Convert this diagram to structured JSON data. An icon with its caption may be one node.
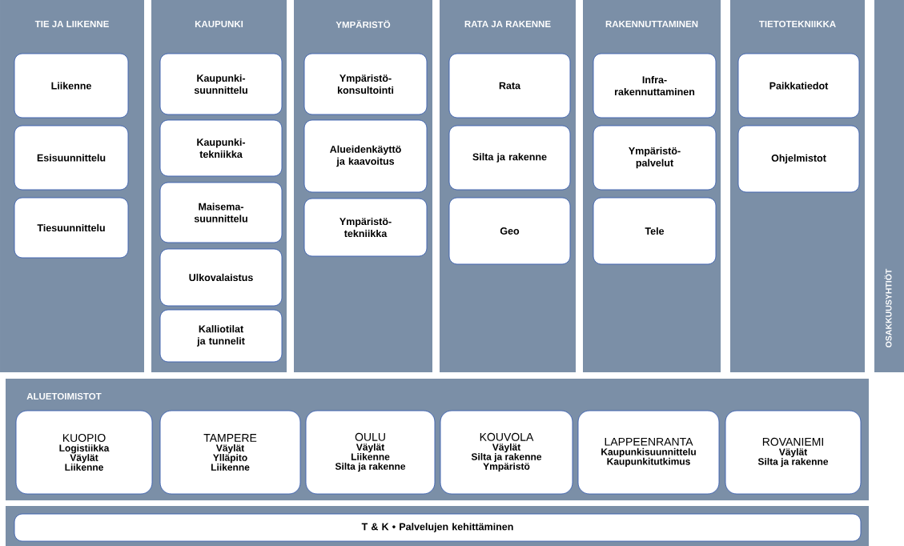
{
  "diagram": {
    "nodes": [
      {
        "text": [
          "TIE JA LIIKENNE"
        ]
      },
      {
        "text": [
          "Liikenne"
        ],
        "in": 0
      },
      {
        "text": [
          "Esisuunnittelu"
        ],
        "in": 0
      },
      {
        "text": [
          "Tiesuunnittelu"
        ],
        "in": 0
      },
      {
        "text": [
          "KAUPUNKI"
        ]
      },
      {
        "text": [
          "Kaupunki- suunnittelu"
        ],
        "in": 4
      },
      {
        "text": [
          "Kaupunki- tekniikka"
        ],
        "in": 4
      },
      {
        "text": [
          "Maisema- suunnittelu"
        ],
        "in": 4
      },
      {
        "text": [
          "Ulkovalaistus"
        ],
        "in": 4
      },
      {
        "text": [
          "Kalliotilat ja tunnelit"
        ],
        "in": 4
      },
      {
        "text": [
          "YMPÄRISTÖ"
        ]
      },
      {
        "text": [
          "Ympäristö- konsultointi"
        ],
        "in": 10
      },
      {
        "text": [
          "Alueidenkäyttö ja kaavoitus"
        ],
        "in": 10
      },
      {
        "text": [
          "Ympäristö- tekniikka"
        ],
        "in": 10
      },
      {
        "text": [
          "RATA JA RAKENNE"
        ]
      },
      {
        "text": [
          "Rata"
        ],
        "in": 14
      },
      {
        "text": [
          "Silta ja rakenne"
        ],
        "in": 14
      },
      {
        "text": [
          "Geo"
        ],
        "in": 14
      },
      {
        "text": [
          "RAKENNUTTAMINEN"
        ]
      },
      {
        "text": [
          "Infra- rakennuttaminen"
        ],
        "in": 18
      },
      {
        "text": [
          "Ympäristö- palvelut"
        ],
        "in": 18
      },
      {
        "text": [
          "Tele"
        ],
        "in": 18
      },
      {
        "text": [
          "TIETOTEKNIIKKA"
        ]
      },
      {
        "text": [
          "Paikkatiedot"
        ],
        "in": 22
      },
      {
        "text": [
          "Ohjelmistot"
        ],
        "in": 22
      },
      {
        "text": [
          "OSAKKUUSYHTIÖT"
        ]
      },
      {
        "text": [
          "ALUETOIMISTOT"
        ]
      },
      {
        "text": [
          "KUOPIO",
          "Logistiikka",
          "Väylät",
          "Liikenne"
        ],
        "in": 26
      },
      {
        "text": [
          "TAMPERE",
          "Väylät",
          "Ylläpito",
          "Liikenne"
        ],
        "in": 26
      },
      {
        "text": [
          "OULU",
          "Väylät",
          "Liikenne",
          "Silta ja rakenne"
        ],
        "in": 26
      },
      {
        "text": [
          "KOUVOLA",
          "Väylät",
          "Silta ja rakenne",
          "Ympäristö"
        ],
        "in": 26
      },
      {
        "text": [
          "LAPPEENRANTA",
          "Kaupunkisuunnittelu",
          "Kaupunkitutkimus"
        ],
        "in": 26
      },
      {
        "text": [
          "ROVANIEMI",
          "Väylät",
          "Silta ja rakenne"
        ],
        "in": 26
      },
      {
        "text": [],
        "shape": "box"
      },
      {
        "text": [
          "T & K  •  Palvelujen kehittäminen"
        ],
        "in": 33
      }
    ]
  }
}
